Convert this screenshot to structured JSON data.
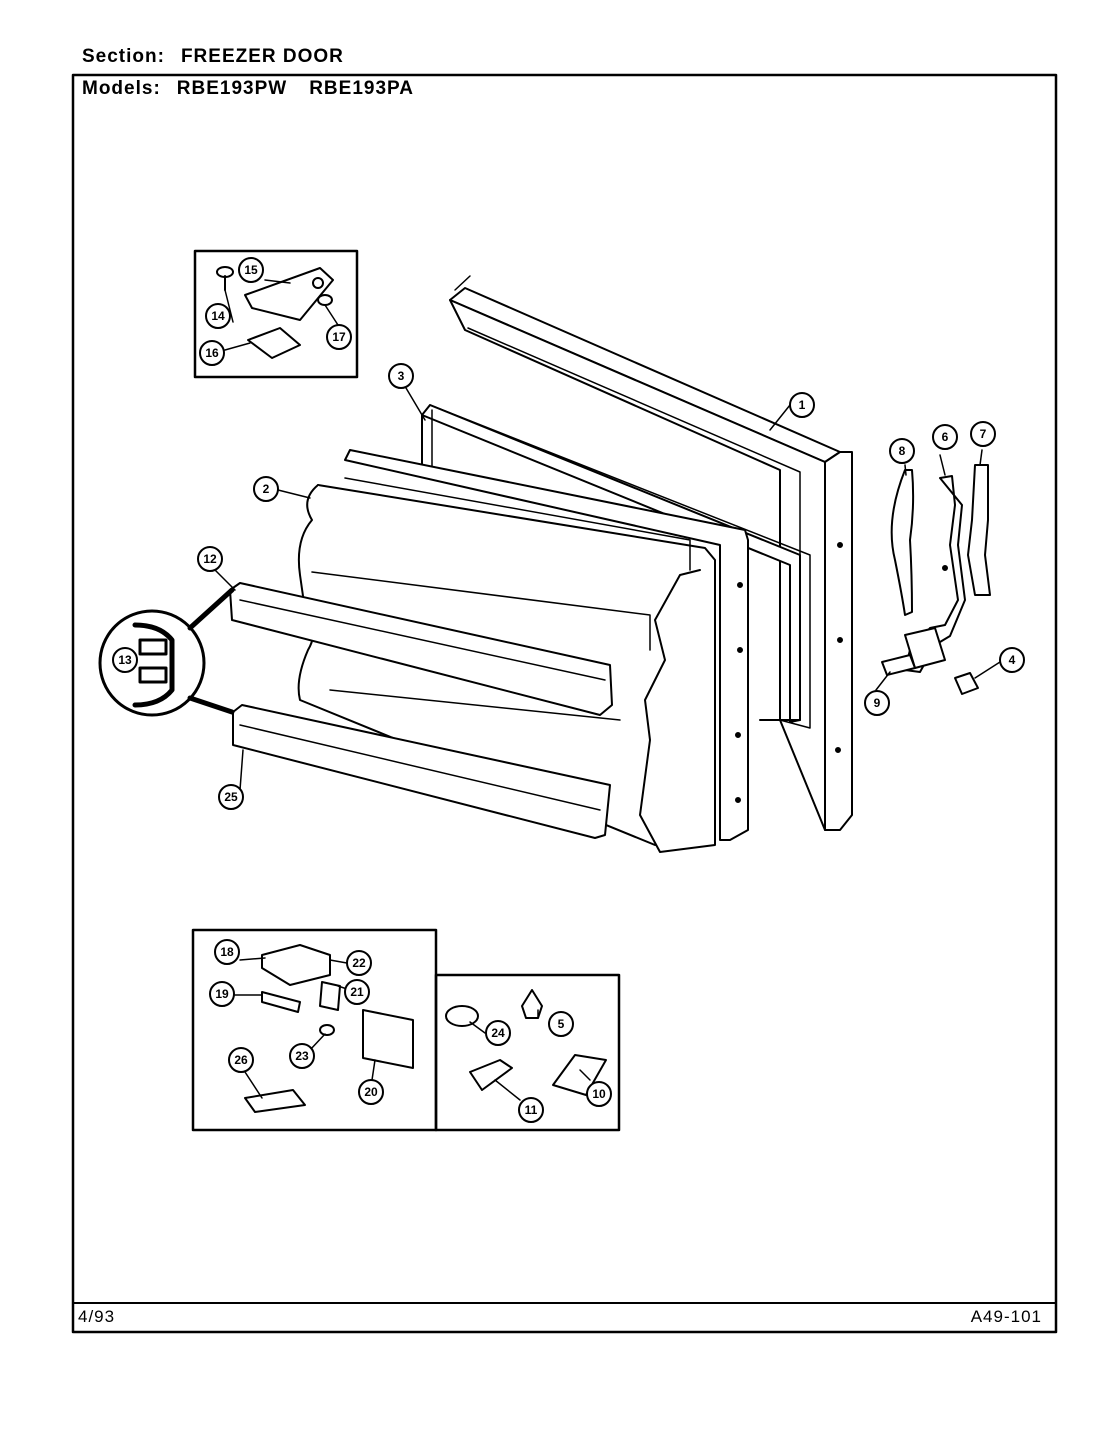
{
  "header": {
    "section_label": "Section:",
    "section_value": "FREEZER DOOR",
    "models_label": "Models:",
    "models": [
      "RBE193PW",
      "RBE193PA"
    ]
  },
  "footer": {
    "date": "4/93",
    "code": "A49-101"
  },
  "callouts": [
    "1",
    "2",
    "3",
    "4",
    "5",
    "6",
    "7",
    "8",
    "9",
    "10",
    "11",
    "12",
    "13",
    "14",
    "15",
    "16",
    "17",
    "18",
    "19",
    "20",
    "21",
    "22",
    "23",
    "24",
    "25",
    "26"
  ]
}
